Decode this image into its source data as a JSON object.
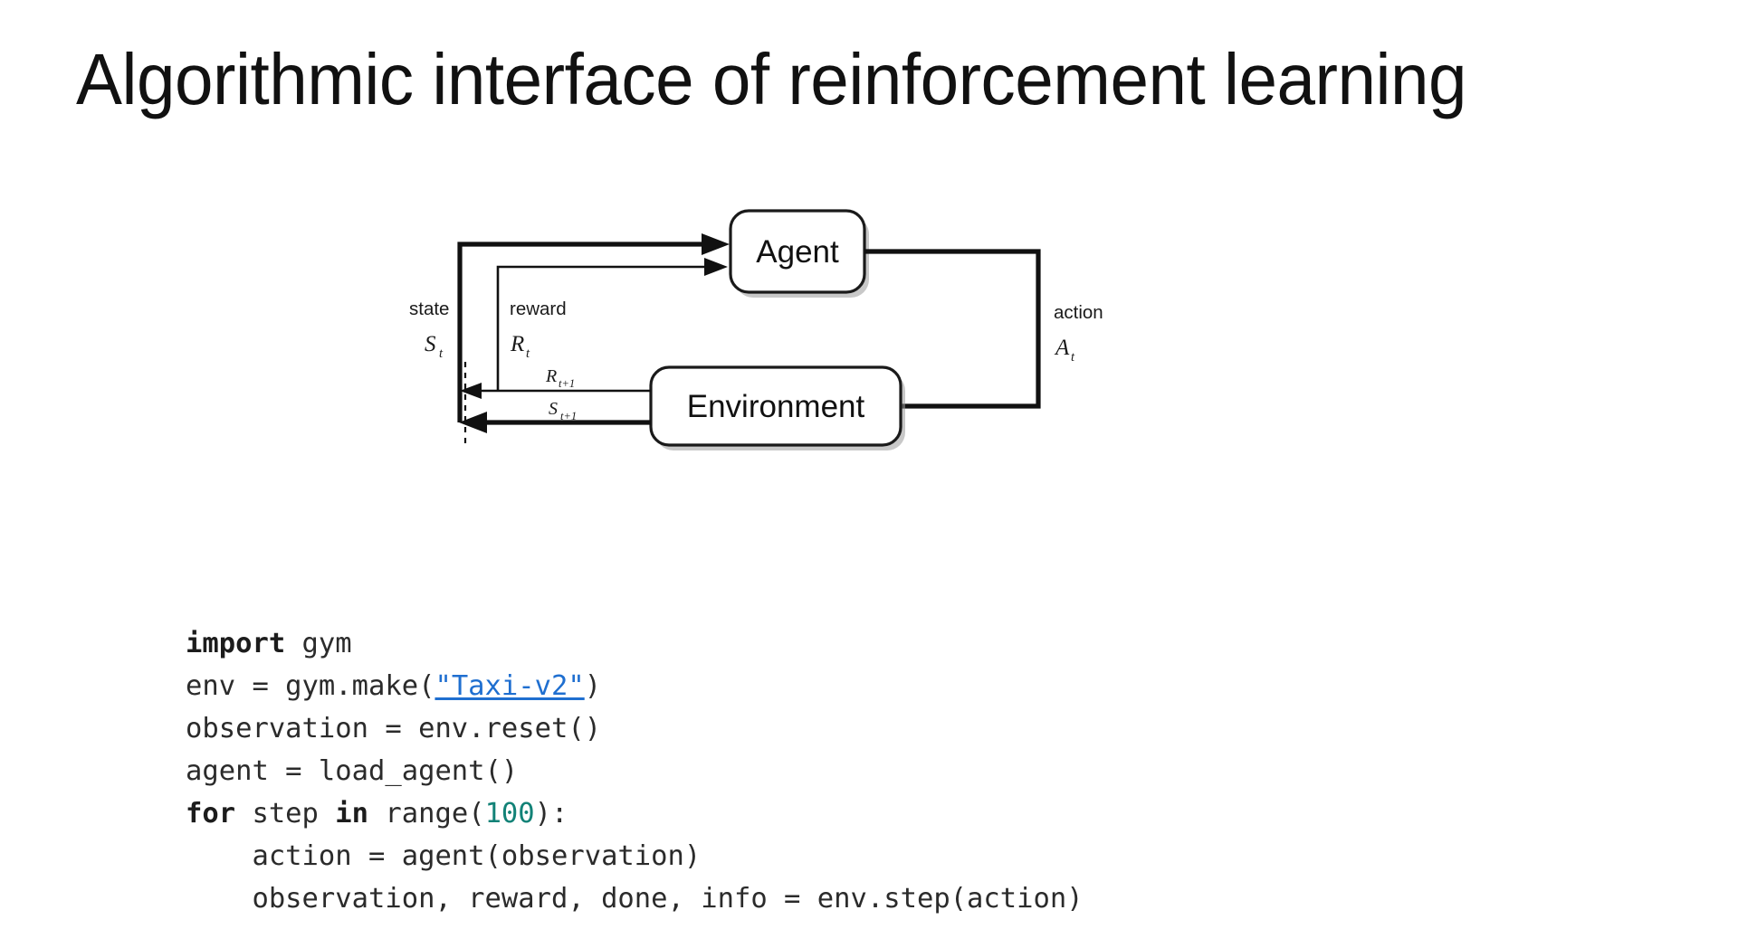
{
  "slide": {
    "title": "Algorithmic interface of reinforcement learning",
    "background_color": "#ffffff"
  },
  "diagram": {
    "name": "agent-environment-interaction-loop",
    "nodes": [
      {
        "id": "agent",
        "label": "Agent"
      },
      {
        "id": "environment",
        "label": "Environment"
      }
    ],
    "labels": {
      "state_word": "state",
      "state_sym": "S",
      "state_sub": "t",
      "reward_word": "reward",
      "reward_sym": "R",
      "reward_sub": "t",
      "action_word": "action",
      "action_sym": "A",
      "action_sub": "t",
      "reward_next_sym": "R",
      "reward_next_sub": "t+1",
      "state_next_sym": "S",
      "state_next_sub": "t+1"
    },
    "edges": [
      {
        "from": "environment",
        "to": "agent",
        "label": "state S_t"
      },
      {
        "from": "environment",
        "to": "agent",
        "label": "reward R_t"
      },
      {
        "from": "agent",
        "to": "environment",
        "label": "action A_t"
      },
      {
        "from": "environment",
        "to": "boundary",
        "label": "R_t+1"
      },
      {
        "from": "environment",
        "to": "boundary",
        "label": "S_t+1"
      }
    ]
  },
  "code": {
    "language": "python",
    "colors": {
      "text": "#2b2b2b",
      "keyword": "#1c1c1c",
      "string_link": "#1f6fd0",
      "number": "#128277"
    },
    "lines": [
      [
        {
          "t": "import",
          "k": "kw"
        },
        {
          "t": " gym",
          "k": "txt"
        }
      ],
      [
        {
          "t": "env = gym.make(",
          "k": "txt"
        },
        {
          "t": "\"Taxi-v2\"",
          "k": "str-link"
        },
        {
          "t": ")",
          "k": "txt"
        }
      ],
      [
        {
          "t": "observation = env.reset()",
          "k": "txt"
        }
      ],
      [
        {
          "t": "agent = load_agent()",
          "k": "txt"
        }
      ],
      [
        {
          "t": "for",
          "k": "kw"
        },
        {
          "t": " step ",
          "k": "txt"
        },
        {
          "t": "in",
          "k": "kw"
        },
        {
          "t": " range(",
          "k": "txt"
        },
        {
          "t": "100",
          "k": "num"
        },
        {
          "t": "):",
          "k": "txt"
        }
      ],
      [
        {
          "t": "    action = agent(observation)",
          "k": "txt"
        }
      ],
      [
        {
          "t": "    observation, reward, done, info = env.step(action)",
          "k": "txt"
        }
      ]
    ]
  }
}
